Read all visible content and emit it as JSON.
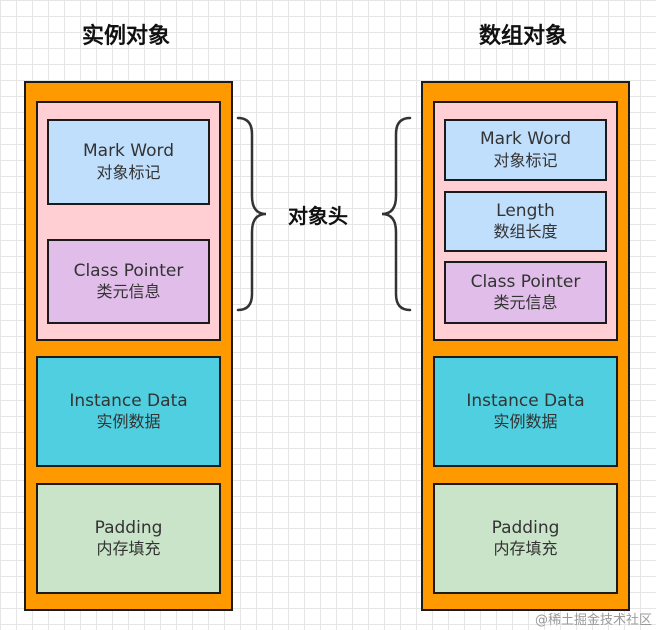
{
  "left": {
    "title": "实例对象",
    "blocks": {
      "mark_word": {
        "en": "Mark Word",
        "zh": "对象标记"
      },
      "class_pointer": {
        "en": "Class Pointer",
        "zh": "类元信息"
      },
      "instance_data": {
        "en": "Instance Data",
        "zh": "实例数据"
      },
      "padding": {
        "en": "Padding",
        "zh": "内存填充"
      }
    }
  },
  "right": {
    "title": "数组对象",
    "blocks": {
      "mark_word": {
        "en": "Mark Word",
        "zh": "对象标记"
      },
      "length": {
        "en": "Length",
        "zh": "数组长度"
      },
      "class_pointer": {
        "en": "Class Pointer",
        "zh": "类元信息"
      },
      "instance_data": {
        "en": "Instance Data",
        "zh": "实例数据"
      },
      "padding": {
        "en": "Padding",
        "zh": "内存填充"
      }
    }
  },
  "object_header_label": "对象头",
  "watermark": "@稀土掘金技术社区",
  "colors": {
    "outer": "#fe9a00",
    "header": "#ffcfd3",
    "mark_word": "#c0dffc",
    "class_pointer": "#e1bdea",
    "instance_data": "#4fcfdf",
    "padding": "#c9e4c9"
  }
}
